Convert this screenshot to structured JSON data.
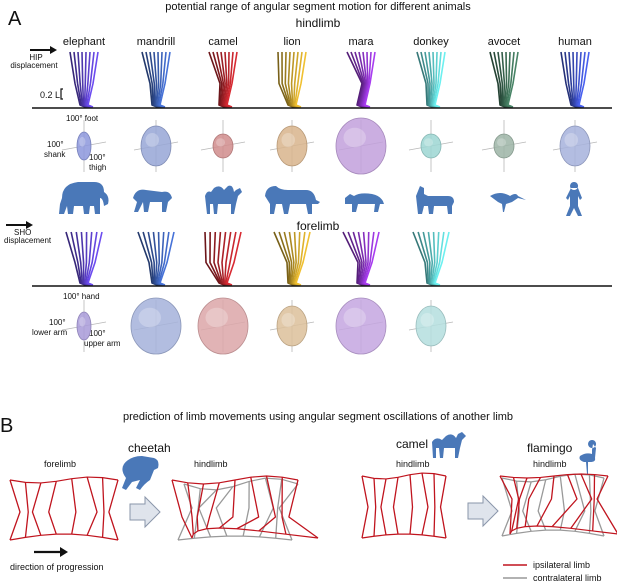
{
  "panel_a": {
    "letter": "A",
    "title": "potential range of angular segment motion for different animals",
    "hindlimb_heading": "hindlimb",
    "forelimb_heading": "forelimb",
    "animals": [
      "elephant",
      "mandrill",
      "camel",
      "lion",
      "mara",
      "donkey",
      "avocet",
      "human"
    ],
    "hip_label": [
      "HIP",
      "displacement"
    ],
    "sho_label": [
      "SHO",
      "displacement"
    ],
    "scale_label": "0.2 L",
    "hind_axes": {
      "top": "100° foot",
      "left": [
        "100°",
        "shank"
      ],
      "right": [
        "100°",
        "thigh"
      ]
    },
    "fore_axes": {
      "top": "100° hand",
      "left": [
        "100°",
        "lower arm"
      ],
      "right": [
        "100°",
        "upper arm"
      ]
    },
    "colors": {
      "elephant": "#5a3fc8",
      "mandrill": "#3a5fb4",
      "camel": "#b4232a",
      "lion": "#c8a028",
      "mara": "#8c32c8",
      "donkey": "#5ac8c8",
      "avocet": "#3c6e55",
      "human": "#3c50c8",
      "silhouette": "#4a78b8"
    },
    "hind_ellipsoids": [
      {
        "animal": "elephant",
        "color": "#8c96dc",
        "size": "tiny"
      },
      {
        "animal": "mandrill",
        "color": "#96a6d6",
        "size": "medium"
      },
      {
        "animal": "camel",
        "color": "#d08c8c",
        "size": "small"
      },
      {
        "animal": "lion",
        "color": "#d8b48c",
        "size": "medium"
      },
      {
        "animal": "mara",
        "color": "#c2a0dc",
        "size": "large"
      },
      {
        "animal": "donkey",
        "color": "#9cd6d2",
        "size": "small"
      },
      {
        "animal": "avocet",
        "color": "#9cb4a6",
        "size": "small"
      },
      {
        "animal": "human",
        "color": "#a6b2dc",
        "size": "medium"
      }
    ],
    "fore_ellipsoids": [
      {
        "animal": "elephant",
        "color": "#a89ad8",
        "size": "tiny"
      },
      {
        "animal": "mandrill",
        "color": "#a4b2da",
        "size": "large"
      },
      {
        "animal": "camel",
        "color": "#dca6a8",
        "size": "large"
      },
      {
        "animal": "lion",
        "color": "#dcc09a",
        "size": "medium"
      },
      {
        "animal": "mara",
        "color": "#c4a6e0",
        "size": "large"
      },
      {
        "animal": "donkey",
        "color": "#b4dede",
        "size": "medium"
      }
    ]
  },
  "panel_b": {
    "letter": "B",
    "title": "prediction of limb movements using angular segment oscillations of another limb",
    "forelimb": "forelimb",
    "cheetah": "cheetah",
    "hindlimb": "hindlimb",
    "camel": "camel",
    "camel_hindlimb": "hindlimb",
    "flamingo": "flamingo",
    "flamingo_hindlimb": "hindlimb",
    "direction": "direction of progression",
    "legend": [
      {
        "label": "ipsilateral limb",
        "color": "#c0141e"
      },
      {
        "label": "contralateral limb",
        "color": "#999999"
      }
    ]
  }
}
